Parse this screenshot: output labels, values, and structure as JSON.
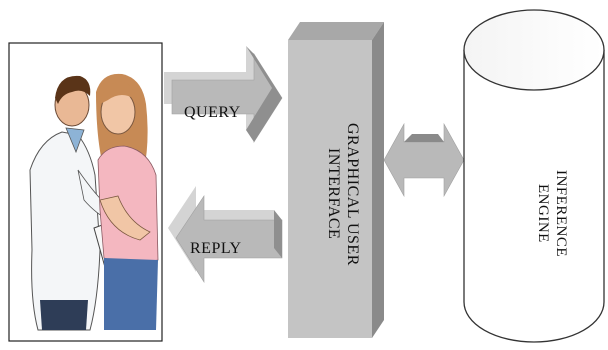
{
  "labels": {
    "query": "QUERY",
    "reply": "REPLY",
    "gui": "GRAPHICAL USER INTERFACE",
    "engine": "INFERENCE ENGINE"
  },
  "colors": {
    "arrow_front": "#b9b9b9",
    "arrow_top": "#d4d4d4",
    "arrow_side": "#8f8f8f",
    "panel_front": "#c4c4c4",
    "panel_top": "#a8a8a8",
    "panel_side": "#8a8a8a",
    "cylinder_stroke": "#333333"
  },
  "icons": {
    "user": "doctor-patient-illustration"
  }
}
